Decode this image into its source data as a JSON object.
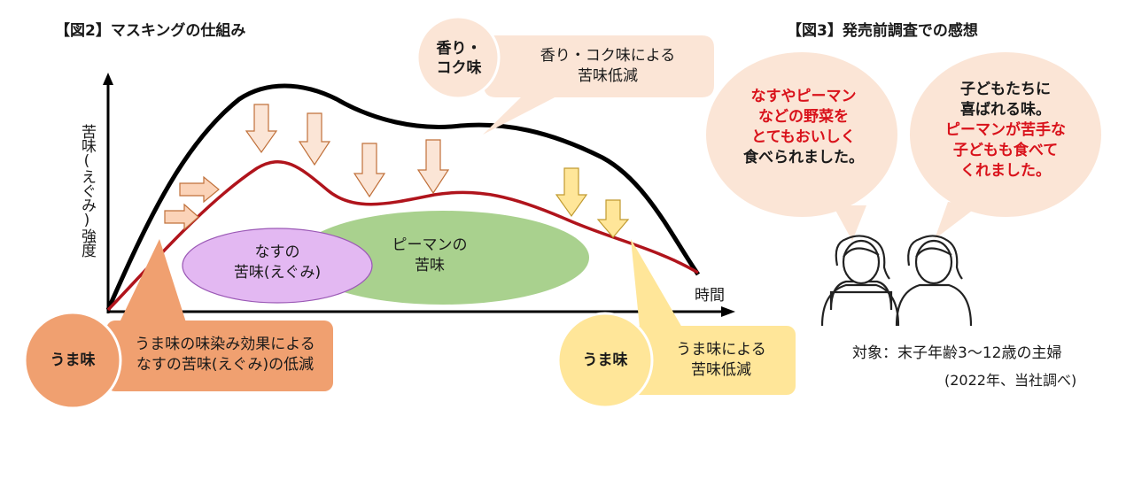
{
  "fig2": {
    "title": "【図2】マスキングの仕組み",
    "y_axis_label": "苦味(えぐみ)強度",
    "x_axis_label": "時間",
    "eggplant_label_1": "なすの",
    "eggplant_label_2": "苦味(えぐみ)",
    "pepper_label_1": "ピーマンの",
    "pepper_label_2": "苦味",
    "aroma_badge_1": "香り・",
    "aroma_badge_2": "コク味",
    "aroma_text_1": "香り・コク味による",
    "aroma_text_2": "苦味低減",
    "umami_left_badge": "うま味",
    "umami_left_text_1": "うま味の味染み効果による",
    "umami_left_text_2": "なすの苦味(えぐみ)の低減",
    "umami_right_badge": "うま味",
    "umami_right_text_1": "うま味による",
    "umami_right_text_2": "苦味低減"
  },
  "fig3": {
    "title": "【図3】発売前調査での感想",
    "bubble_left_1": "なすやピーマン",
    "bubble_left_2": "などの野菜を",
    "bubble_left_3": "とてもおいしく",
    "bubble_left_4": "食べられました。",
    "bubble_right_1": "子どもたちに",
    "bubble_right_2": "喜ばれる味。",
    "bubble_right_3": "ピーマンが苦手な",
    "bubble_right_4": "子どもも食べて",
    "bubble_right_5": "くれました。",
    "target_note": "対象：末子年齢3～12歳の主婦",
    "source_note": "(2022年、当社調べ)"
  },
  "colors": {
    "black_curve": "#000000",
    "red_curve": "#b0141c",
    "eggplant": "#e3b8f2",
    "pepper": "#a9d18e",
    "aroma": "#fbe5d6",
    "umami_orange": "#f0a070",
    "umami_yellow": "#ffe699",
    "highlight_red": "#d9121b"
  }
}
